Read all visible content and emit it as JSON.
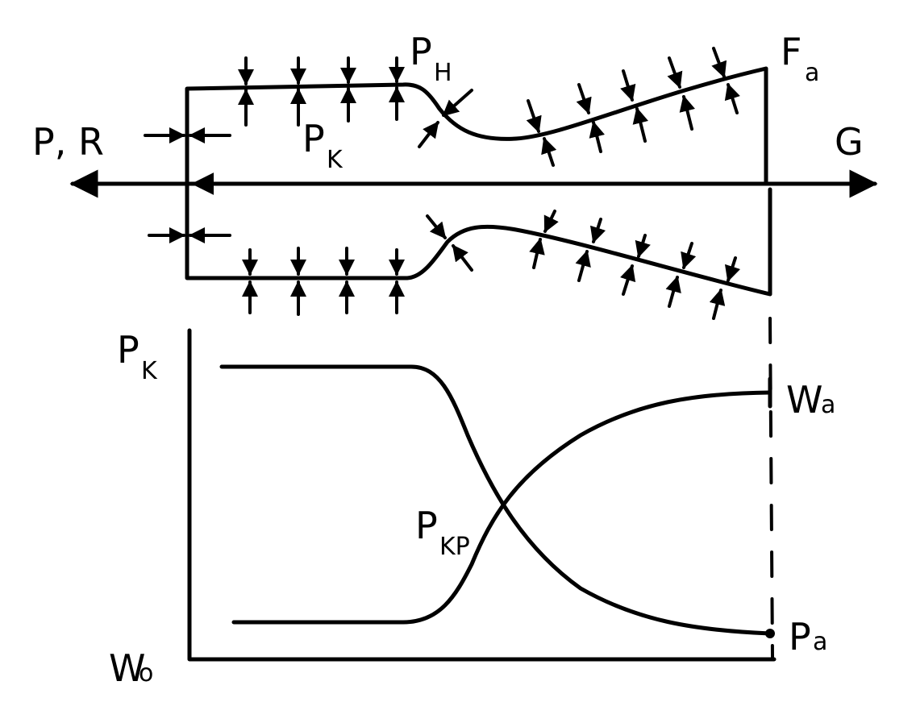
{
  "labels": {
    "thrust": "P, R",
    "outer_pressure": {
      "main": "P",
      "sub": "H"
    },
    "chamber_pressure": {
      "main": "P",
      "sub": "K"
    },
    "exit_area": {
      "main": "F",
      "sub": "a"
    },
    "gravity": "G",
    "plot_pk": {
      "main": "P",
      "sub": "K"
    },
    "plot_w0": {
      "main": "W",
      "sub": "o"
    },
    "critical_pressure": {
      "main": "P",
      "sub": "KP"
    },
    "exit_velocity": {
      "main": "W",
      "sub": "a"
    },
    "exit_pressure": {
      "main": "P",
      "sub": "a"
    }
  },
  "colors": {
    "ink": "#000000",
    "paper": "#ffffff"
  }
}
